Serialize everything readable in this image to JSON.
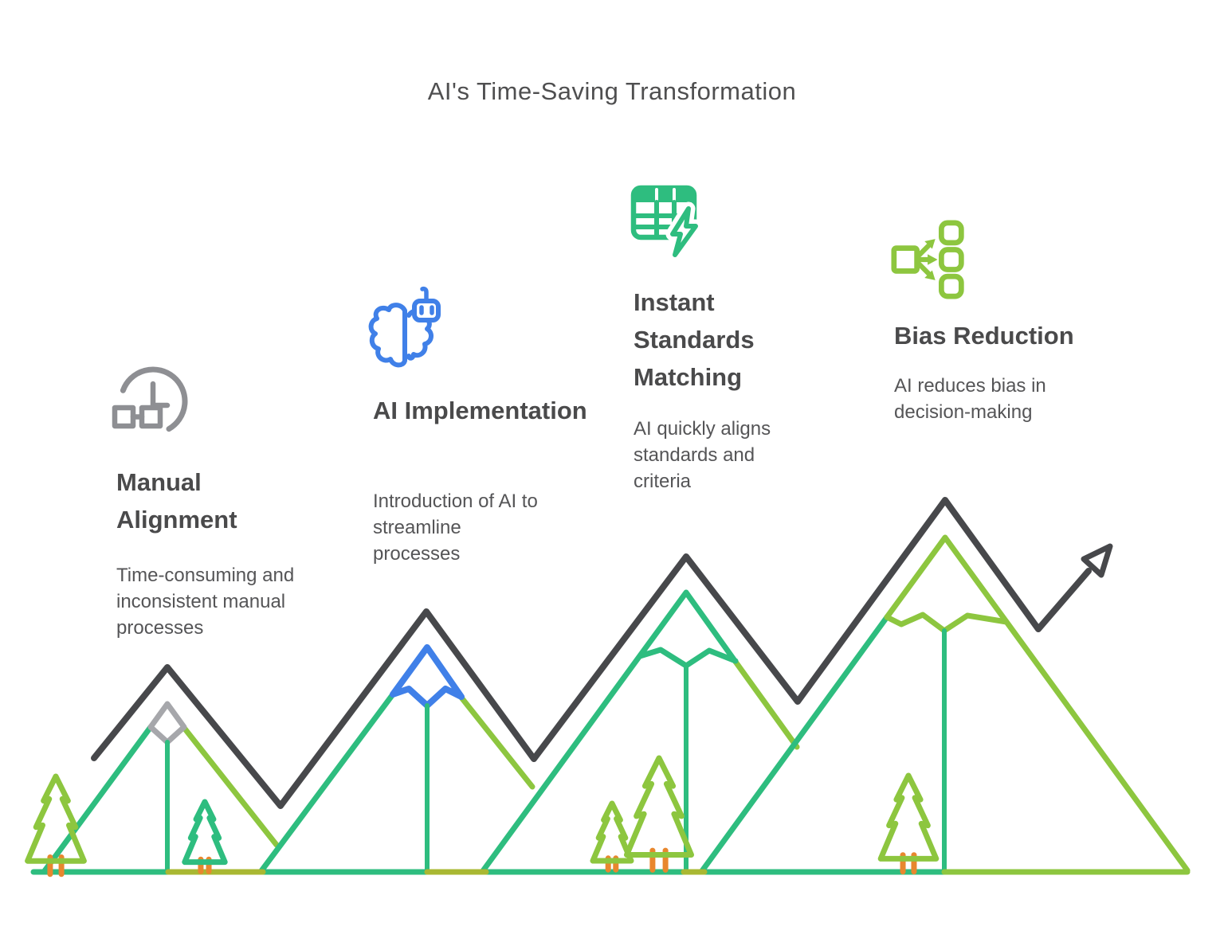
{
  "title": "AI's Time-Saving Transformation",
  "colors": {
    "title_text": "#4f4f50",
    "heading_text": "#4a4a4b",
    "body_text": "#555557",
    "dark_gray": "#47484b",
    "light_gray": "#a6a7ab",
    "icon_gray": "#8e8f93",
    "emerald": "#2ebd7f",
    "lime": "#8dc63f",
    "olive": "#a9b832",
    "blue": "#4080e8",
    "orange": "#e8872e"
  },
  "stages": [
    {
      "id": "manual-alignment",
      "icon": "clock-and-glasses-icon",
      "heading": "Manual Alignment",
      "description": "Time-consuming and inconsistent manual processes"
    },
    {
      "id": "ai-implementation",
      "icon": "ai-brain-robot-icon",
      "heading": "AI Implementation",
      "description": "Introduction of AI to streamline processes"
    },
    {
      "id": "instant-standards-matching",
      "icon": "table-lightning-icon",
      "heading": "Instant Standards Matching",
      "description": "AI quickly aligns standards and criteria"
    },
    {
      "id": "bias-reduction",
      "icon": "distribution-arrows-icon",
      "heading": "Bias Reduction",
      "description": "AI reduces bias in decision-making"
    }
  ]
}
